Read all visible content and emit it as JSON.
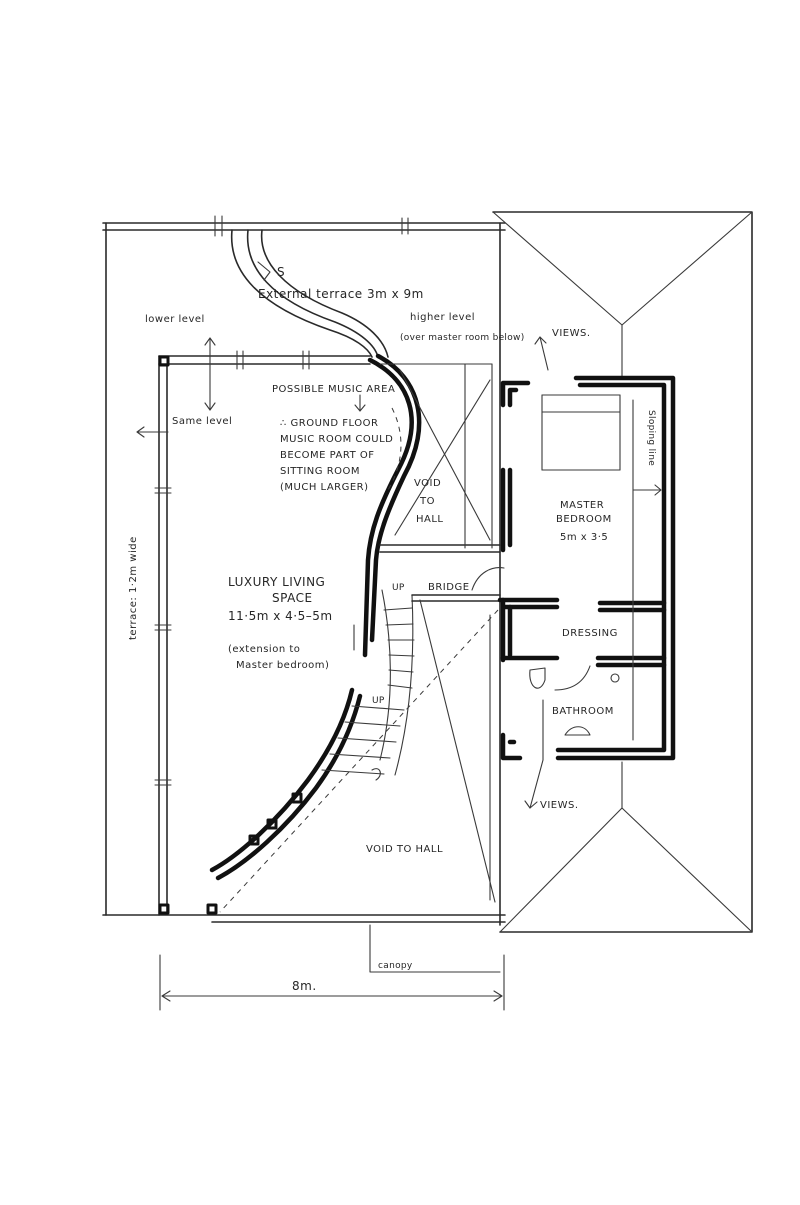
{
  "labels": {
    "lower_level": "lower level",
    "same_level": "Same level",
    "terrace_side": "terrace: 1·2m wide",
    "stair_direction": "S",
    "external_terrace": "External terrace  3m x 9m",
    "higher_level_1": "higher level",
    "higher_level_2": "(over master room below)",
    "views_top": "VIEWS.",
    "possible_music_1": "POSSIBLE MUSIC AREA",
    "possible_music_2": "∴ GROUND FLOOR",
    "possible_music_3": "MUSIC ROOM COULD",
    "possible_music_4": "BECOME PART OF",
    "possible_music_5": "SITTING ROOM",
    "possible_music_6": "(MUCH LARGER)",
    "sloping_line": "Sloping line",
    "void_to_hall_1": "VOID",
    "void_to_hall_2": "TO",
    "void_to_hall_3": "HALL",
    "master_bedroom_1": "MASTER",
    "master_bedroom_2": "BEDROOM",
    "master_bedroom_3": "5m x 3·5",
    "luxury_1": "LUXURY LIVING",
    "luxury_2": "SPACE",
    "luxury_3": "11·5m x 4·5–5m",
    "extension_1": "(extension to",
    "extension_2": "Master bedroom)",
    "up_1": "UP",
    "up_2": "UP",
    "bridge": "BRIDGE",
    "dressing": "DRESSING",
    "bathroom": "BATHROOM",
    "views_bottom": "VIEWS.",
    "void_to_hall_main": "VOID TO HALL",
    "canopy": "canopy",
    "width_dimension": "8m."
  },
  "colors": {
    "ink": "#111111",
    "paper": "#ffffff"
  }
}
